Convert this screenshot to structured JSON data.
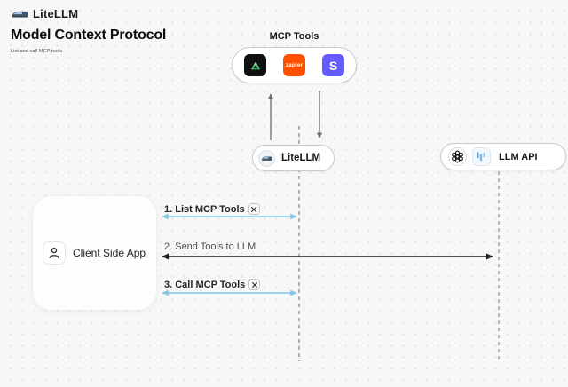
{
  "colors": {
    "arrow_blue": "#85c7ea",
    "arrow_black": "#1f1f1f",
    "arrow_gray": "#6e6e6e",
    "lifeline_gray": "#9a9a9a",
    "zapier_orange": "#ff4f00",
    "stripe_purple": "#635bff",
    "triangle_green": "#3fd56f",
    "brand_navy": "#44546a",
    "provider_blue": "#5a9bd8"
  },
  "header": {
    "brand": "LiteLLM",
    "title": "Model Context Protocol",
    "subtitle": "List and call MCP tools"
  },
  "diagram": {
    "mcp_tools": {
      "label": "MCP Tools",
      "icons": [
        {
          "name": "triangle-logo",
          "text": ""
        },
        {
          "name": "zapier-logo",
          "text": "zapier"
        },
        {
          "name": "s-logo",
          "text": "S"
        }
      ]
    },
    "litellm_node": {
      "label": "LiteLLM"
    },
    "llm_api_node": {
      "label": "LLM API"
    },
    "client_node": {
      "label": "Client Side App"
    },
    "messages": [
      {
        "label": "1. List MCP Tools"
      },
      {
        "label": "2. Send Tools to LLM"
      },
      {
        "label": "3. Call MCP Tools"
      }
    ]
  }
}
